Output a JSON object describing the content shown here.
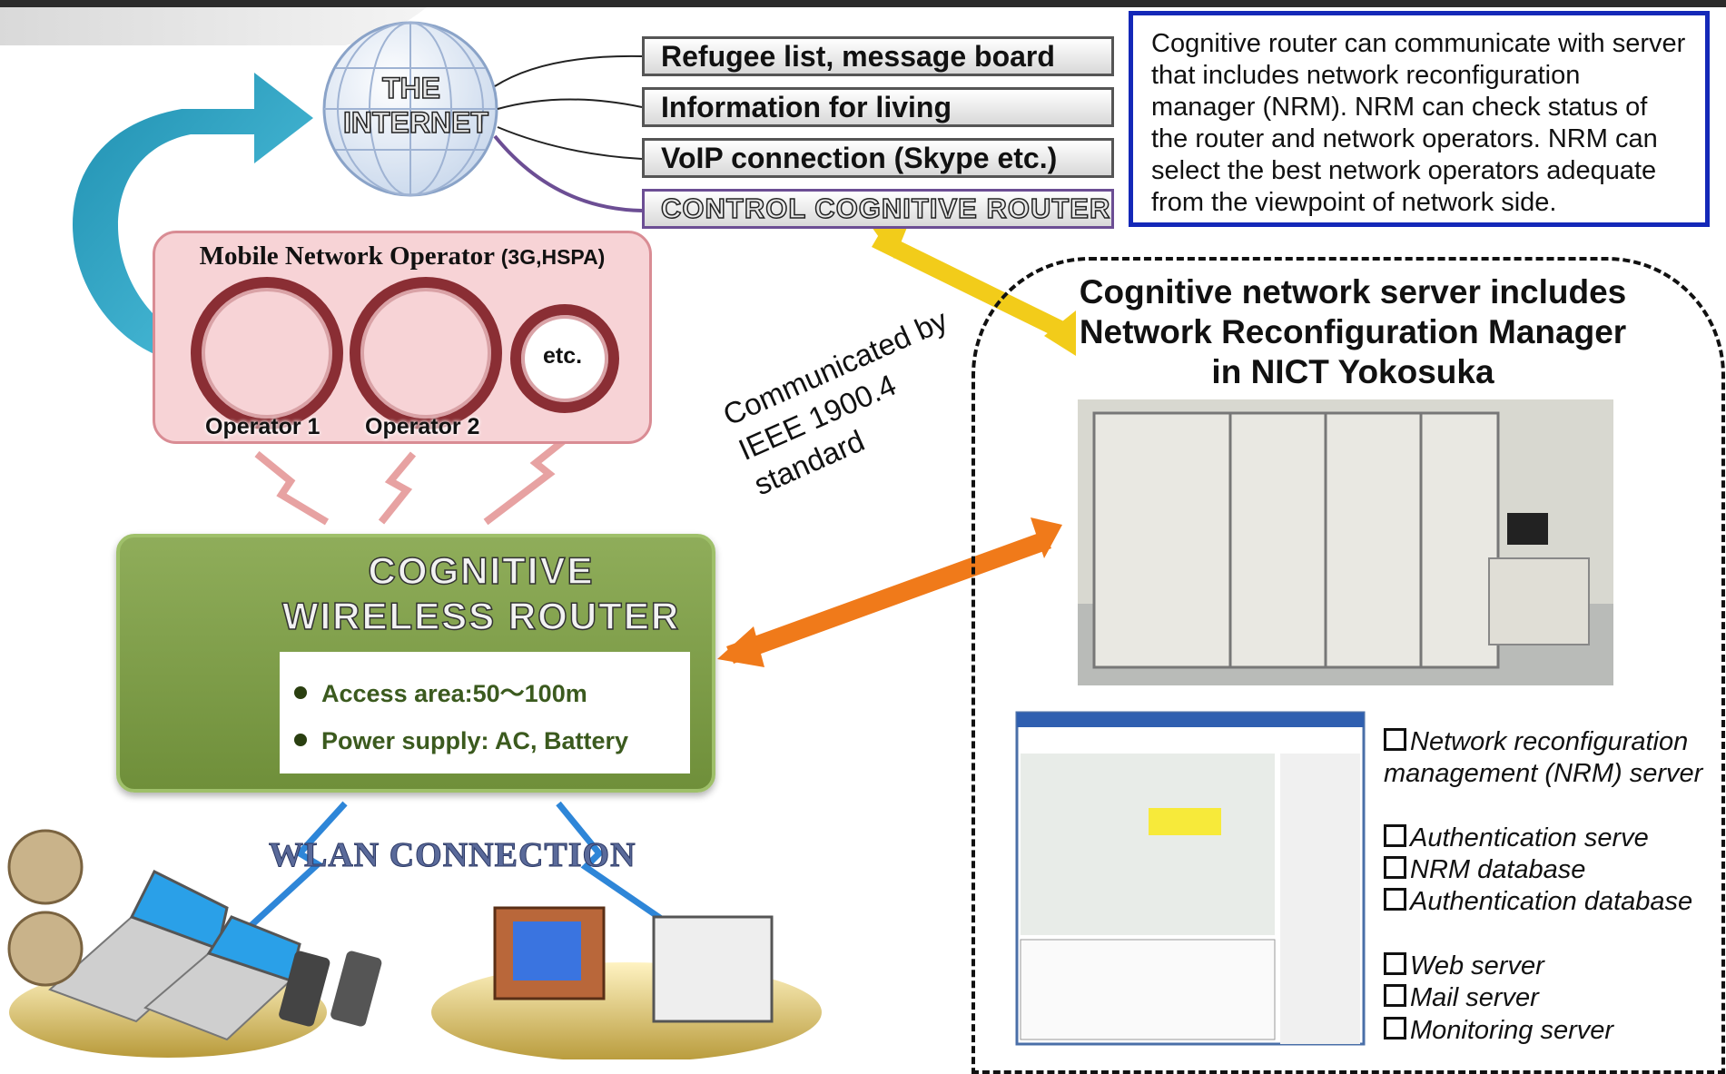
{
  "internet": {
    "label_line1": "THE",
    "label_line2": "INTERNET"
  },
  "services": [
    {
      "label": "Refugee list, message board"
    },
    {
      "label": "Information for living"
    },
    {
      "label": "VoIP connection (Skype etc.)"
    },
    {
      "label": "CONTROL COGNITIVE ROUTER"
    }
  ],
  "nrm_note": {
    "text": "Cognitive router can communicate with server that includes network reconfiguration manager (NRM).  NRM can check status of the router and network operators. NRM can select the best network operators adequate from the viewpoint of network side."
  },
  "mobile_operator": {
    "title": "Mobile Network Operator",
    "subtitle": "(3G,HSPA)",
    "operators": [
      {
        "label": "Operator 1"
      },
      {
        "label": "Operator 2"
      },
      {
        "label": "etc."
      }
    ]
  },
  "server": {
    "title_line1": "Cognitive network server includes",
    "title_line2": "Network Reconfiguration Manager",
    "title_line3": "in NICT Yokosuka",
    "components": [
      "Network reconfiguration management (NRM) server",
      "Authentication serve",
      "NRM database",
      "Authentication database",
      "Web server",
      "Mail server",
      "Monitoring server"
    ]
  },
  "communication": {
    "line1": "Communicated by",
    "line2": "IEEE 1900.4",
    "line3": "standard"
  },
  "router": {
    "title_line1": "COGNITIVE",
    "title_line2": "WIRELESS ROUTER",
    "specs": [
      "Access area:50～100m",
      "Power supply: AC, Battery"
    ]
  },
  "wlan": {
    "label": "WLAN CONNECTION"
  },
  "colors": {
    "nrm_border": "#1428b8",
    "operator_pink": "#f7d3d6",
    "router_green": "#7a9a44",
    "cyan_arrow": "#2fa8c8",
    "orange_arrow": "#f07a1a",
    "yellow_arrow": "#f2cc1a",
    "control_border": "#6c4e94"
  }
}
